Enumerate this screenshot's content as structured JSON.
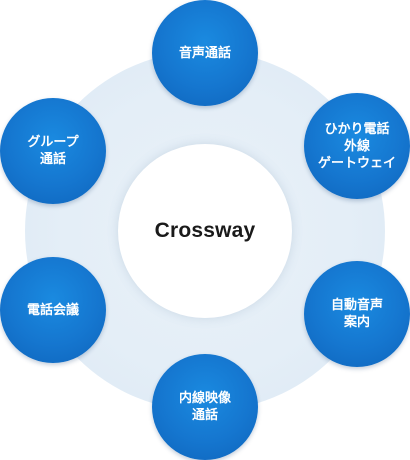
{
  "center": {
    "label": "Crossway"
  },
  "nodes": [
    {
      "label": "音声通話"
    },
    {
      "label": "ひかり電話\n外線\nゲートウェイ"
    },
    {
      "label": "自動音声\n案内"
    },
    {
      "label": "内線映像\n通話"
    },
    {
      "label": "電話会議"
    },
    {
      "label": "グループ\n通話"
    }
  ]
}
